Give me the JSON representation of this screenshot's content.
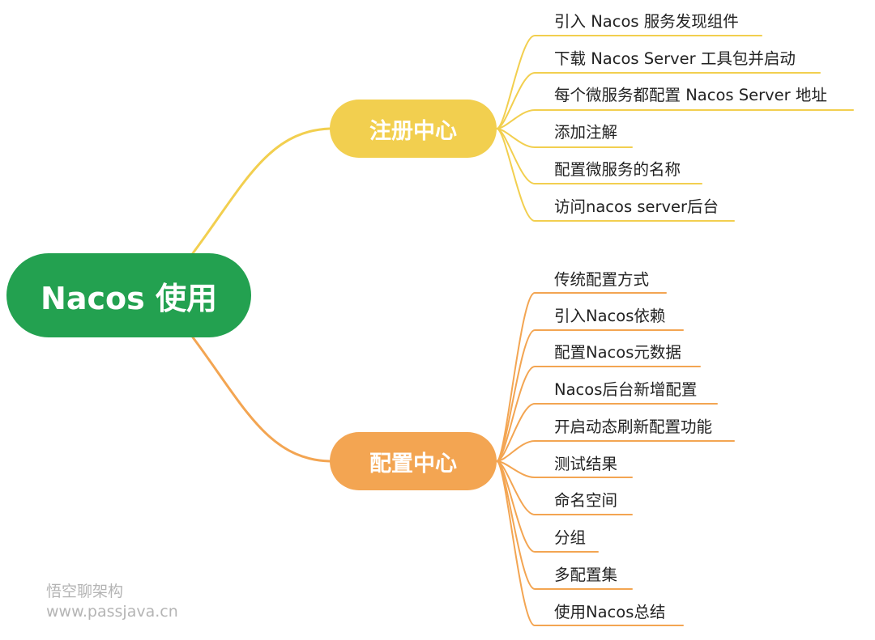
{
  "root": {
    "label": "Nacos 使用"
  },
  "branches": [
    {
      "label": "注册中心",
      "color": "#f2cf4f",
      "items": [
        "引入 Nacos 服务发现组件",
        "下载 Nacos Server 工具包并启动",
        "每个微服务都配置 Nacos Server 地址",
        "添加注解",
        "配置微服务的名称",
        "访问nacos server后台"
      ]
    },
    {
      "label": "配置中心",
      "color": "#f3a552",
      "items": [
        "传统配置方式",
        "引入Nacos依赖",
        "配置Nacos元数据",
        "Nacos后台新增配置",
        "开启动态刷新配置功能",
        "测试结果",
        "命名空间",
        "分组",
        "多配置集",
        "使用Nacos总结"
      ]
    }
  ],
  "watermark": {
    "line1": "悟空聊架构",
    "line2": "www.passjava.cn"
  }
}
